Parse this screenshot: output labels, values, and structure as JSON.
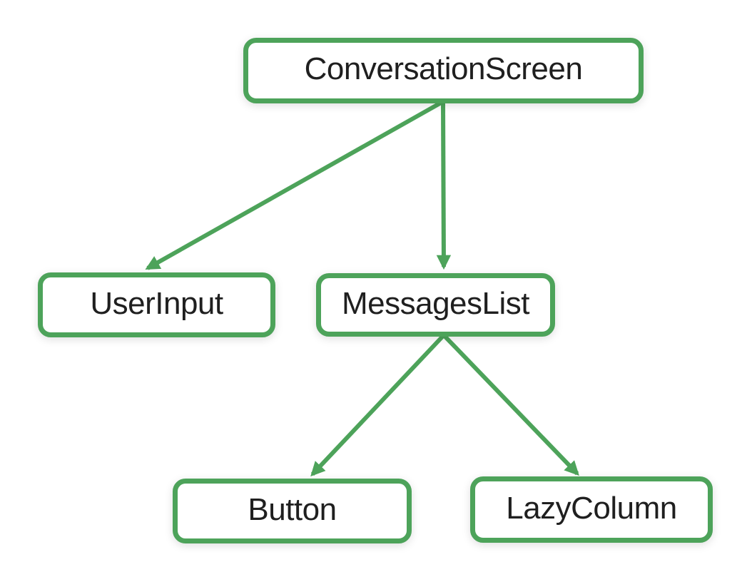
{
  "diagram": {
    "type": "tree",
    "colors": {
      "node_border": "#4DA35A",
      "node_fill": "#ffffff",
      "node_text": "#1f1f1f",
      "edge": "#4DA35A",
      "background": "#ffffff"
    },
    "nodes": [
      {
        "id": "conversation-screen",
        "label": "ConversationScreen",
        "level": 0
      },
      {
        "id": "user-input",
        "label": "UserInput",
        "level": 1
      },
      {
        "id": "messages-list",
        "label": "MessagesList",
        "level": 1
      },
      {
        "id": "button",
        "label": "Button",
        "level": 2
      },
      {
        "id": "lazy-column",
        "label": "LazyColumn",
        "level": 2
      }
    ],
    "edges": [
      {
        "from": "ConversationScreen",
        "to": "UserInput"
      },
      {
        "from": "ConversationScreen",
        "to": "MessagesList"
      },
      {
        "from": "MessagesList",
        "to": "Button"
      },
      {
        "from": "MessagesList",
        "to": "LazyColumn"
      }
    ]
  }
}
